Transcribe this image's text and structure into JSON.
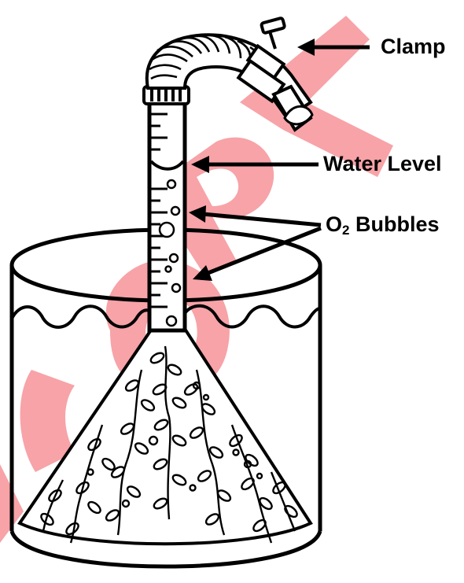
{
  "labels": {
    "clamp": "Clamp",
    "water_level": "Water Level",
    "o2_prefix": "O",
    "o2_sub": "2",
    "o2_suffix": " Bubbles"
  },
  "watermark": {
    "text": "COPY",
    "color": "#f7a3a8"
  }
}
